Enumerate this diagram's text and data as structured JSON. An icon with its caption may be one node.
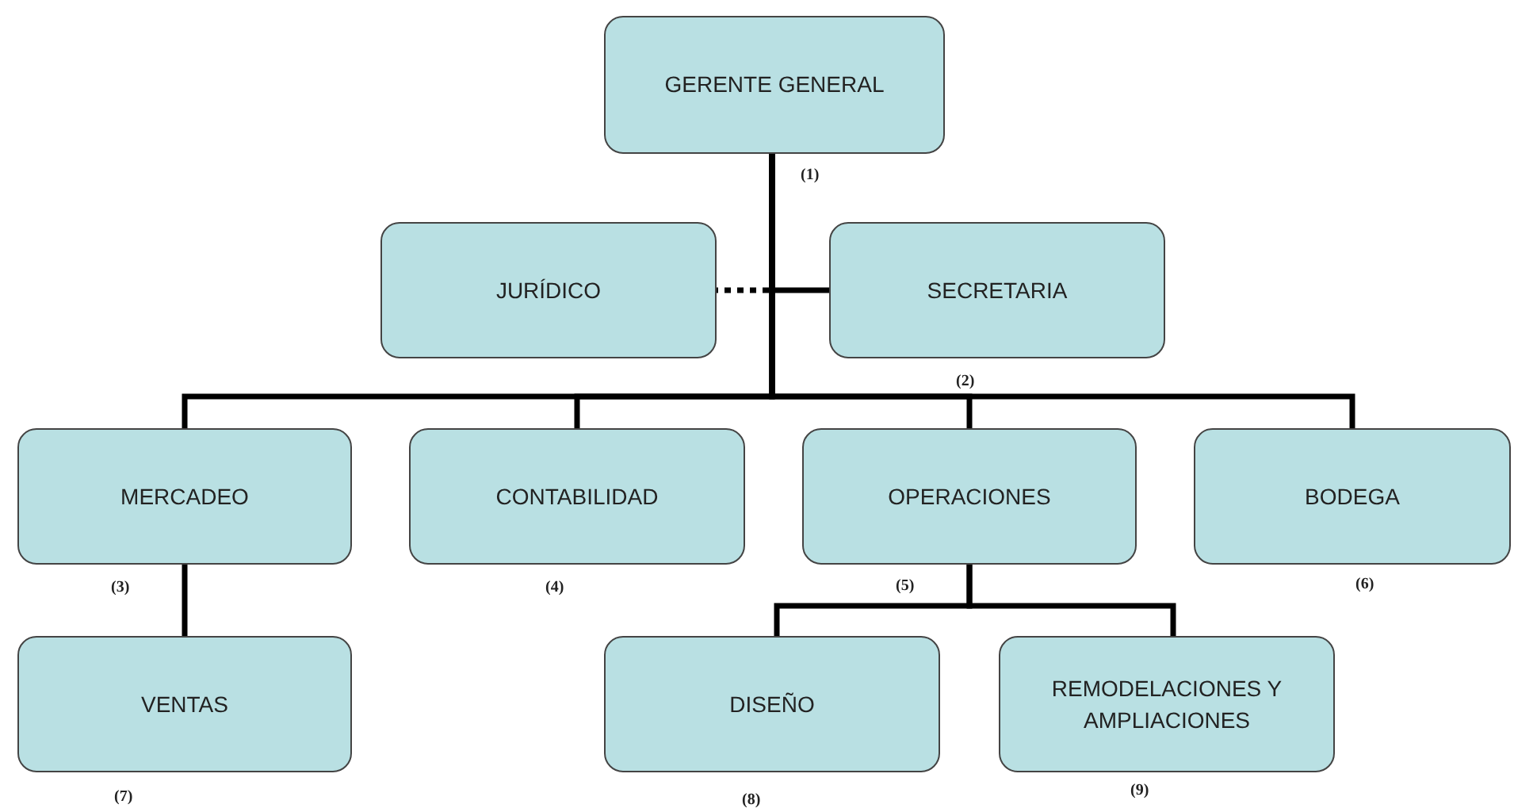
{
  "diagram": {
    "nodes": [
      {
        "text": [
          "GERENTE GENERAL"
        ],
        "beside": [
          "(1)"
        ]
      },
      {
        "text": [
          "JURÍDICO"
        ]
      },
      {
        "text": [
          "SECRETARIA"
        ],
        "beside": [
          "(2)"
        ]
      },
      {
        "text": [
          "MERCADEO"
        ],
        "beside": [
          "(3)"
        ]
      },
      {
        "text": [
          "CONTABILIDAD"
        ],
        "beside": [
          "(4)"
        ]
      },
      {
        "text": [
          "OPERACIONES"
        ],
        "beside": [
          "(5)"
        ]
      },
      {
        "text": [
          "BODEGA"
        ],
        "beside": [
          "(6)"
        ]
      },
      {
        "text": [
          "VENTAS"
        ],
        "beside": [
          "(7)"
        ]
      },
      {
        "text": [
          "DISEÑO"
        ],
        "beside": [
          "(8)"
        ]
      },
      {
        "text": [
          "REMODELACIONES Y AMPLIACIONES"
        ],
        "beside": [
          "(9)"
        ]
      }
    ],
    "edges": [
      {
        "from": 0,
        "to": 1,
        "arrow": "none",
        "style": "dashed"
      },
      {
        "from": 0,
        "to": 2,
        "arrow": "none"
      },
      {
        "from": 0,
        "to": 3,
        "arrow": "none"
      },
      {
        "from": 0,
        "to": 4,
        "arrow": "none"
      },
      {
        "from": 0,
        "to": 5,
        "arrow": "none"
      },
      {
        "from": 0,
        "to": 6,
        "arrow": "none"
      },
      {
        "from": 3,
        "to": 7,
        "arrow": "none"
      },
      {
        "from": 5,
        "to": 8,
        "arrow": "none"
      },
      {
        "from": 5,
        "to": 9,
        "arrow": "none"
      }
    ]
  }
}
